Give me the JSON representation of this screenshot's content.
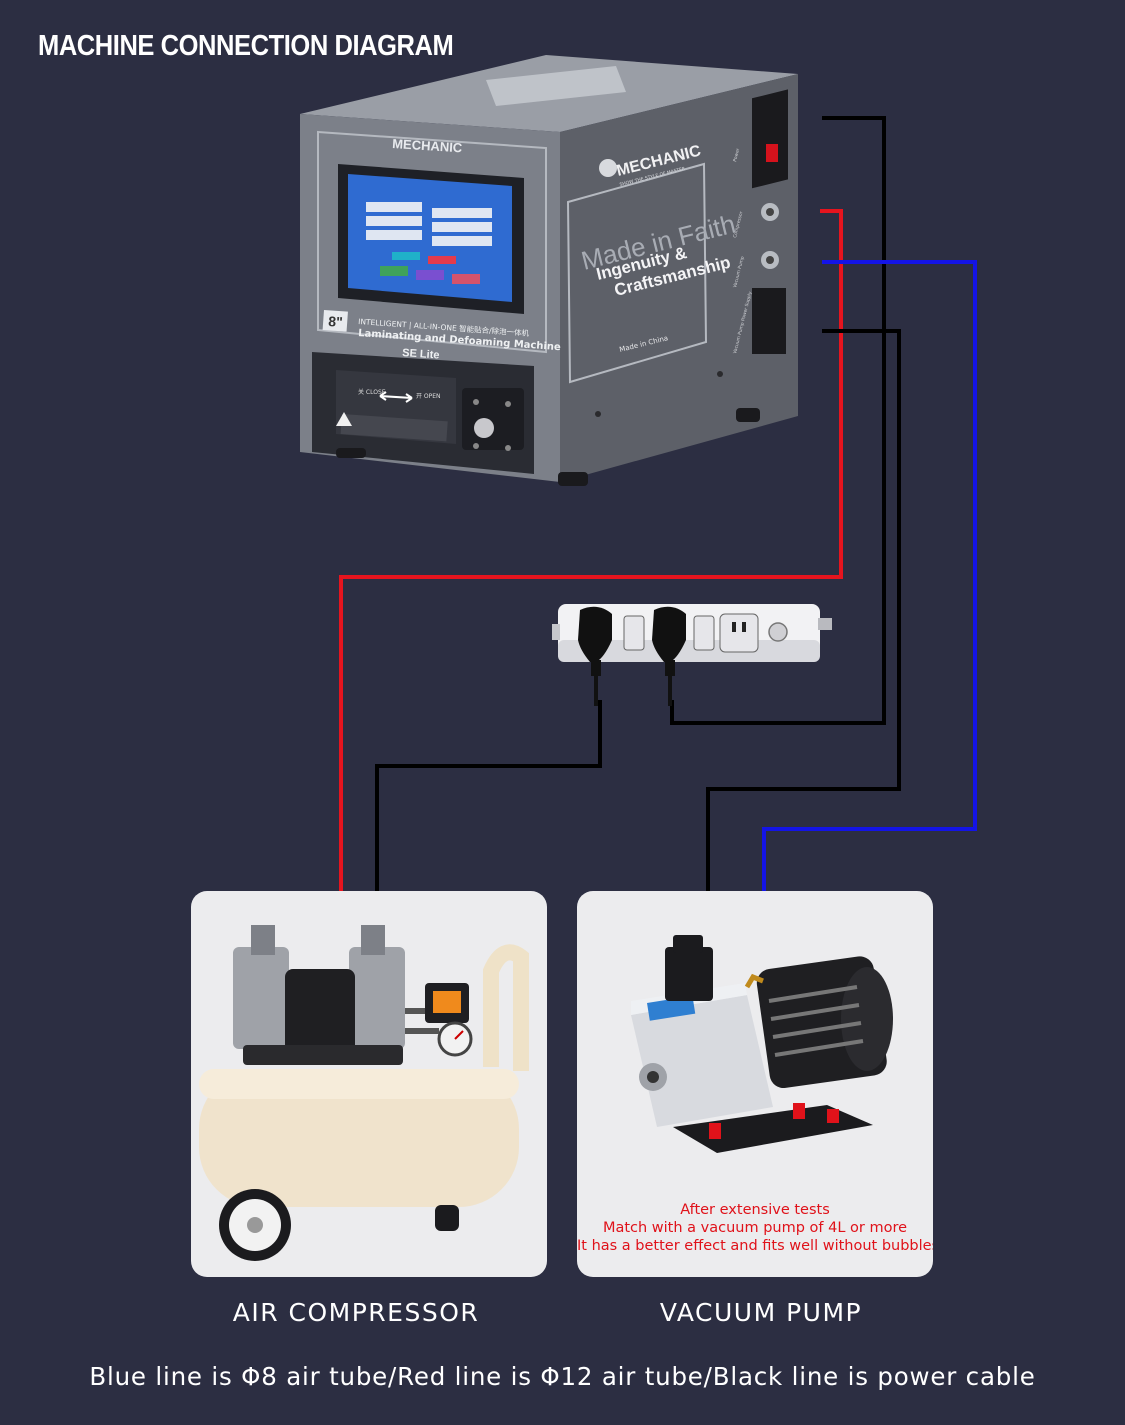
{
  "title": "MACHINE CONNECTION DIAGRAM",
  "machine": {
    "brand": "MECHANIC",
    "tagline": "SHOW THE STYLE OF MASTER",
    "size_badge": "8\"",
    "description_line1": "INTELLIGENT | ALL-IN-ONE 智能贴合/除泡一体机",
    "description_line2": "Laminating and Defoaming Machine",
    "model": "SE Lite",
    "side_slogan_line1": "Made in Faith",
    "side_slogan_line2": "Ingenuity &",
    "side_slogan_line3": "Craftsmanship",
    "origin": "Made in China",
    "door_close_label": "关 CLOSE",
    "door_open_label": "开 OPEN",
    "port_labels": [
      "Power",
      "Compressor",
      "Vacuum Pump",
      "Vacuum Pump Power Supply"
    ]
  },
  "devices": {
    "air_compressor": {
      "caption": "AIR COMPRESSOR"
    },
    "vacuum_pump": {
      "caption": "VACUUM PUMP",
      "note": [
        "After extensive tests",
        "Match with a vacuum pump of 4L or more",
        "It has a better effect and fits well without bubbles"
      ]
    }
  },
  "legend_text": "Blue line is Φ8 air tube/Red line is Φ12 air tube/Black line is power cable",
  "colors": {
    "background": "#2c2e42",
    "blue_tube": "#1414e6",
    "red_tube": "#e6141e",
    "power_cable": "#000000",
    "note_red": "#e0121a"
  }
}
